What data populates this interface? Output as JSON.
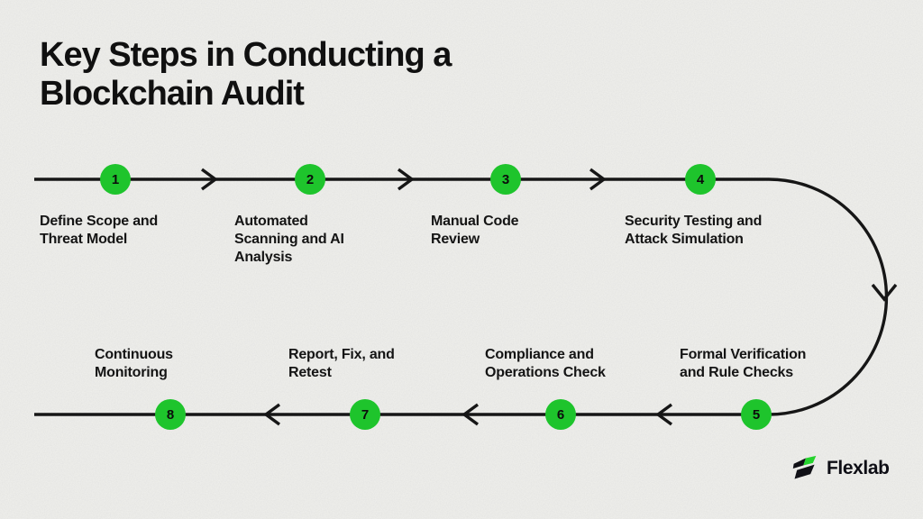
{
  "page": {
    "title": "Key Steps in Conducting a Blockchain Audit"
  },
  "steps": [
    {
      "number": "1",
      "label": "Define Scope and Threat Model"
    },
    {
      "number": "2",
      "label": "Automated Scanning and AI Analysis"
    },
    {
      "number": "3",
      "label": "Manual Code Review"
    },
    {
      "number": "4",
      "label": "Security Testing and Attack Simulation"
    },
    {
      "number": "5",
      "label": "Formal Verification and Rule Checks"
    },
    {
      "number": "6",
      "label": "Compliance and Operations Check"
    },
    {
      "number": "7",
      "label": "Report, Fix, and Retest"
    },
    {
      "number": "8",
      "label": "Continuous Monitoring"
    }
  ],
  "logo": {
    "brand": "Flexlab"
  },
  "colors": {
    "accent_green": "#1ec42c",
    "logo_green": "#25d32e",
    "line_black": "#161616",
    "text_black": "#141414",
    "background": "#f1f1ee"
  }
}
